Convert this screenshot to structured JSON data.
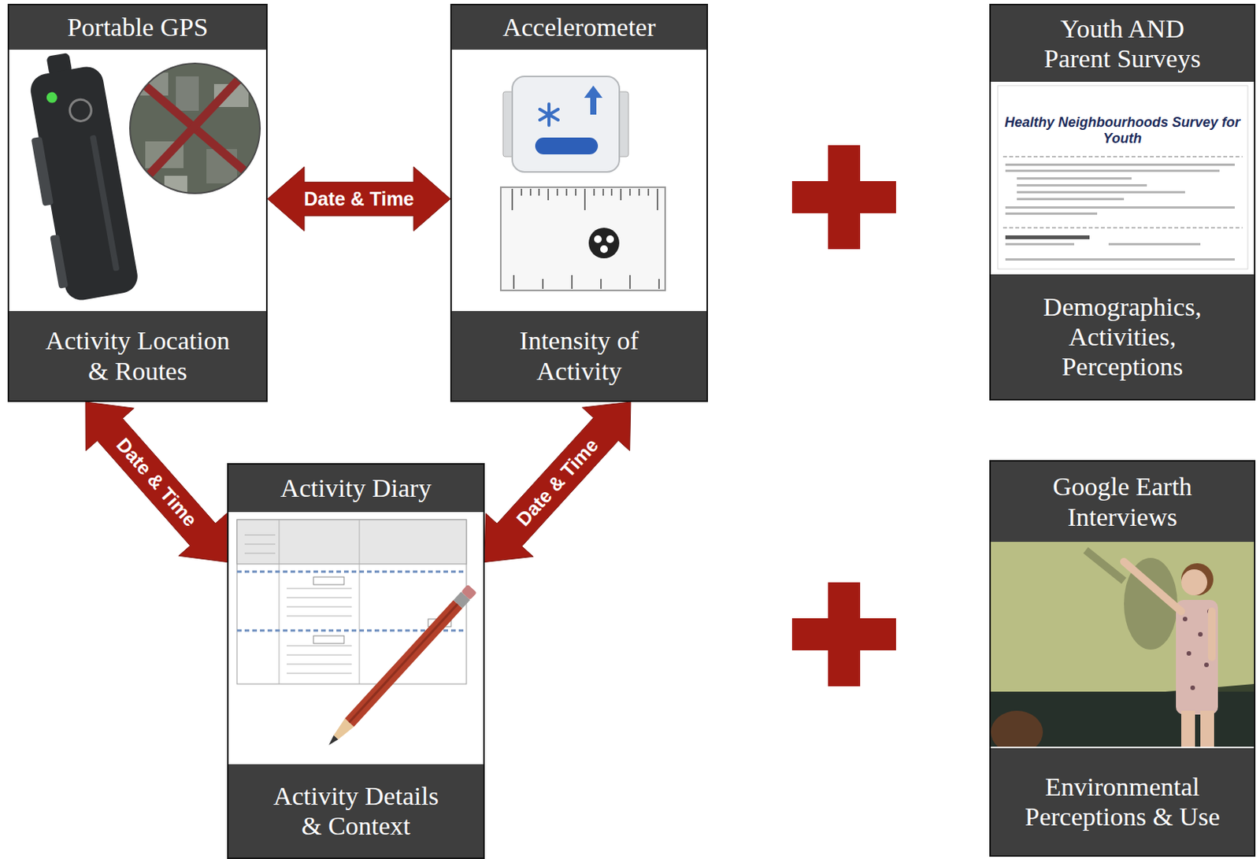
{
  "diagram": {
    "nodes": [
      {
        "text": [
          "Portable GPS",
          "Activity Location & Routes"
        ]
      },
      {
        "text": [
          "Accelerometer",
          "Intensity of Activity"
        ]
      },
      {
        "text": [
          "Activity Diary",
          "Activity Details & Context"
        ]
      },
      {
        "text": [
          "Youth AND Parent Surveys",
          "Demographics, Activities, Perceptions"
        ]
      },
      {
        "text": [
          "Google Earth Interviews",
          "Environmental Perceptions & Use"
        ]
      }
    ],
    "edges": [
      {
        "from": 0,
        "to": 1,
        "arrow": "both",
        "label": "Date & Time"
      },
      {
        "from": 0,
        "to": 2,
        "arrow": "both",
        "label": "Date & Time"
      },
      {
        "from": 1,
        "to": 2,
        "arrow": "both",
        "label": "Date & Time"
      }
    ],
    "labels": [
      "Healthy Neighbourhoods Survey for Youth"
    ]
  }
}
